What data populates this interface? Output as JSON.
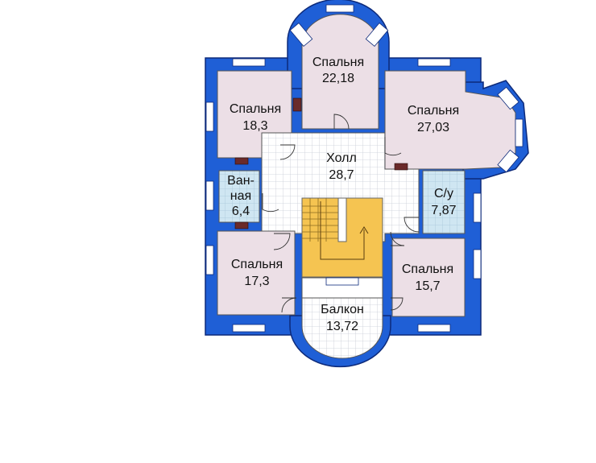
{
  "rooms": {
    "bedroom_top": {
      "name": "Спальня",
      "area": "22,18"
    },
    "bedroom_nw": {
      "name": "Спальня",
      "area": "18,3"
    },
    "bedroom_ne": {
      "name": "Спальня",
      "area": "27,03"
    },
    "hall": {
      "name": "Холл",
      "area": "28,7"
    },
    "bathroom": {
      "name_line1": "Ван-",
      "name_line2": "ная",
      "area": "6,4"
    },
    "wc": {
      "name": "С/у",
      "area": "7,87"
    },
    "bedroom_sw": {
      "name": "Спальня",
      "area": "17,3"
    },
    "bedroom_se": {
      "name": "Спальня",
      "area": "15,7"
    },
    "balcony": {
      "name": "Балкон",
      "area": "13,72"
    }
  },
  "colors": {
    "wall": "#1f5fd6",
    "wall_outline": "#0d2a7a",
    "room_fill": "#ecdfe6",
    "wet_fill": "#cfe6f2",
    "hall_fill": "#ffffff",
    "grid": "#c9ccd6",
    "stair": "#f5c451",
    "window": "#ffffff"
  }
}
